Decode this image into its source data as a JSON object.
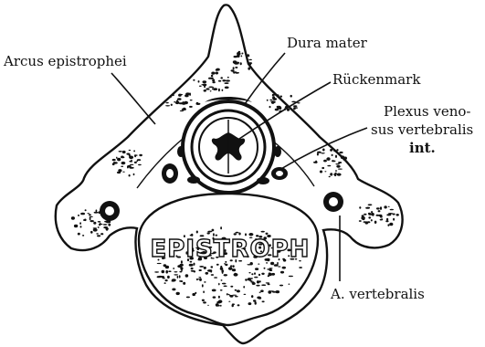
{
  "diagram": {
    "labels": {
      "arcus": "Arcus epistrophei",
      "dura": "Dura mater",
      "ruecken": "Rückenmark",
      "plexus_1": "Plexus veno-",
      "plexus_2": "sus vertebralis",
      "plexus_3": "int.",
      "arteria": "A. vertebralis",
      "body": "EPISTROPH"
    },
    "colors": {
      "ink": "#111111",
      "paper": "#ffffff"
    }
  }
}
